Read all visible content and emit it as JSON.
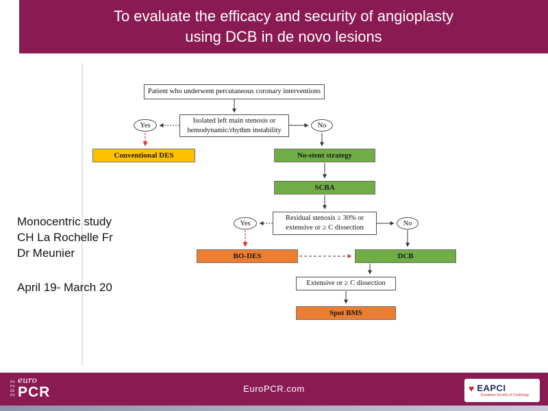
{
  "header": {
    "title_line1": "To evaluate the efficacy and security of angioplasty",
    "title_line2": "using DCB in de novo lesions"
  },
  "study_info": {
    "line1": "Monocentric study",
    "line2": "CH La Rochelle Fr",
    "line3": "Dr Meunier",
    "line4": "April 19- March 20"
  },
  "labels": {
    "yes": "Yes",
    "no": "No"
  },
  "flowchart": {
    "start": "Patient who underwent percutaneous coronary interventions",
    "decision1": "Isolated left main stenosis or hemodynamic/rhythm instability",
    "conventional_des": "Conventional DES",
    "no_stent": "No-stent strategy",
    "scba": "SCBA",
    "decision2": "Residual stenosis ≥ 30% or extensive or ≥ C dissection",
    "bo_des": "BO-DES",
    "dcb": "DCB",
    "decision3": "Extensive or ≥ C dissection",
    "spot_bms": "Spot BMS",
    "edges": [
      {
        "from": "start",
        "to": "decision1"
      },
      {
        "from": "decision1",
        "to": "conventional_des",
        "label": "Yes"
      },
      {
        "from": "decision1",
        "to": "no_stent",
        "label": "No"
      },
      {
        "from": "no_stent",
        "to": "scba"
      },
      {
        "from": "scba",
        "to": "decision2"
      },
      {
        "from": "decision2",
        "to": "bo_des",
        "label": "Yes"
      },
      {
        "from": "decision2",
        "to": "dcb",
        "label": "No"
      },
      {
        "from": "bo_des",
        "to": "dcb",
        "style": "dashed"
      },
      {
        "from": "dcb",
        "to": "decision3"
      },
      {
        "from": "decision3",
        "to": "spot_bms"
      }
    ]
  },
  "footer": {
    "site": "EuroPCR.com",
    "logo_year": "2022",
    "logo_euro": "euro",
    "logo_pcr": "PCR",
    "eapci_name": "EAPCI",
    "eapci_sub": "European Society of Cardiology",
    "eapci_heart_icon": "♥"
  },
  "colors": {
    "brand_purple": "#8a1a52",
    "box_yellow": "#FFC000",
    "box_green": "#70AD47",
    "box_orange": "#ED7D31",
    "yes_arrow_red": "#e03030"
  }
}
